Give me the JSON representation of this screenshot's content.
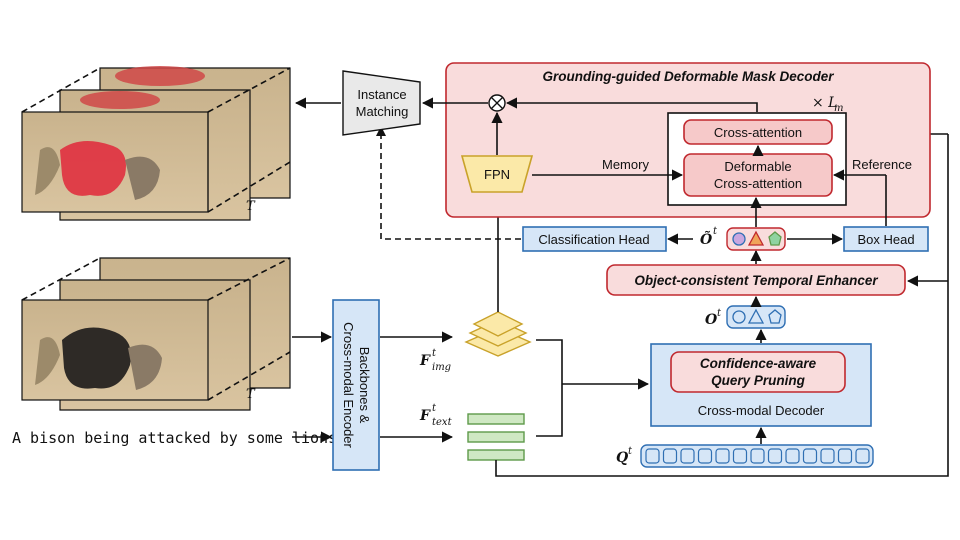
{
  "decoder": {
    "title": "Grounding-guided Deformable Mask Decoder",
    "repeat": "× L",
    "repeat_sub": "m",
    "cross_attention": "Cross-attention",
    "deformable_1": "Deformable",
    "deformable_2": "Cross-attention",
    "memory": "Memory",
    "reference": "Reference",
    "fpn": "FPN",
    "multiply_symbol": "⊗"
  },
  "instance_matching": {
    "line1": "Instance",
    "line2": "Matching"
  },
  "heads": {
    "classification": "Classification Head",
    "box": "Box Head"
  },
  "temporal_enhancer": "Object-consistent Temporal Enhancer",
  "cross_modal_decoder": {
    "pruning_1": "Confidence-aware",
    "pruning_2": "Query Pruning",
    "label": "Cross-modal Decoder"
  },
  "encoder": {
    "line1": "Backbones &",
    "line2": "Cross-modal Encoder"
  },
  "symbols": {
    "o_tilde": "Õ",
    "o": "O",
    "q": "Q",
    "f": "F",
    "sup_t": "t",
    "img_sub": "img",
    "text_sub": "text"
  },
  "frames": {
    "T_top": "T",
    "T_bottom": "T"
  },
  "caption": "A bison being attacked by some lions.",
  "colors": {
    "pink_fill": "#f9dcdc",
    "red_border": "#c0282e",
    "pink_inner": "#f6c9c9",
    "blue_fill": "#d6e6f7",
    "blue_border": "#2f6fb3",
    "yellow_fill": "#fbe9a8",
    "yellow_border": "#c9a22a",
    "green_fill": "#cfe8c3",
    "green_border": "#5e9a4a",
    "circle_purple": "#c9a7e0",
    "triangle_orange": "#f0a35a",
    "pentagon_green": "#8fd3a0"
  }
}
